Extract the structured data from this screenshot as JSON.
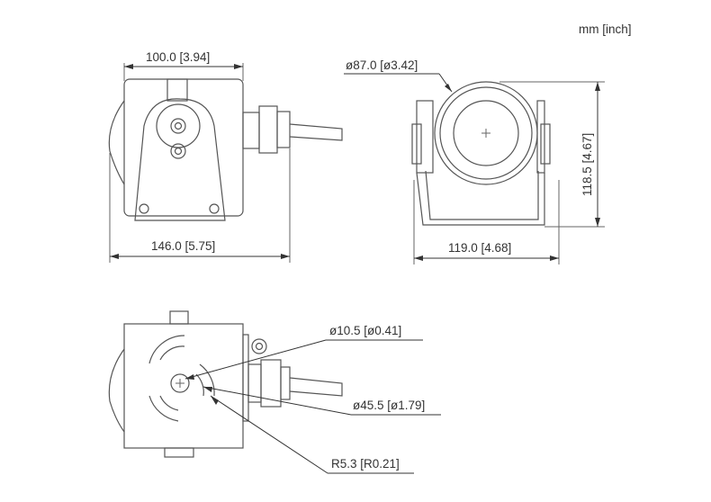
{
  "units": "mm [inch]",
  "dimensions": {
    "side_body_length": "100.0 [3.94]",
    "side_total_length": "146.0 [5.75]",
    "front_lens_diameter": "ø87.0 [ø3.42]",
    "front_height": "118.5 [4.67]",
    "front_width": "119.0 [4.68]",
    "bottom_hole_diameter": "ø10.5 [ø0.41]",
    "bottom_bolt_circle": "ø45.5 [ø1.79]",
    "bottom_slot_radius": "R5.3 [R0.21]"
  },
  "colors": {
    "line": "#555555",
    "text": "#333333"
  }
}
